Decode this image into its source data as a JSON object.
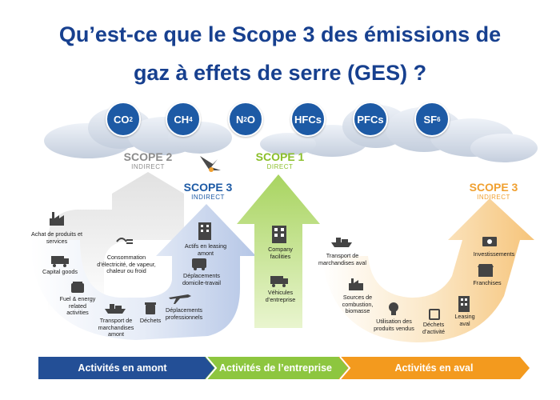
{
  "title": {
    "line1": "Qu’est-ce que le Scope 3 des émissions de",
    "line2": "gaz à effets de serre (GES) ?"
  },
  "gases": [
    "CO2",
    "CH4",
    "N2O",
    "HFCs",
    "PFCs",
    "SF6"
  ],
  "scopes": {
    "scope2": {
      "title": "SCOPE 2",
      "sub": "INDIRECT",
      "color": "#8c8c8c"
    },
    "scope1": {
      "title": "SCOPE 1",
      "sub": "DIRECT",
      "color": "#8bbf2a"
    },
    "scope3_up": {
      "title": "SCOPE 3",
      "sub": "INDIRECT",
      "color": "#1d5aa5"
    },
    "scope3_down": {
      "title": "SCOPE 3",
      "sub": "INDIRECT",
      "color": "#f0a030"
    }
  },
  "upstream": {
    "achat": "Achat de produits et services",
    "capital": "Capital goods",
    "fuel": "Fuel & energy related activities",
    "transport": "Transport de marchandises amont",
    "dechets": "Déchets",
    "deplacements_pro": "Déplacements professionnels",
    "domicile": "Déplacements domicile-travail",
    "leasing": "Actifs en leasing amont",
    "electricite": "Consommation d’électricité, de vapeur, chaleur ou froid"
  },
  "company": {
    "facilities": "Company facilities",
    "vehicules": "Véhicules d’entreprise"
  },
  "downstream": {
    "transport": "Transport de marchandises aval",
    "sources": "Sources de combustion, biomasse",
    "utilisation": "Utilisation des produits vendus",
    "dechets": "Déchets d’activité",
    "leasing": "Leasing aval",
    "franchises": "Franchises",
    "investissements": "Investissements"
  },
  "bands": {
    "amont": "Activités en amont",
    "entreprise": "Activités de l’entreprise",
    "aval": "Activités en aval"
  },
  "colors": {
    "title": "#17408f",
    "gas_bubble": "#1d5aa5",
    "band_blue": "#234f96",
    "band_green": "#8dc63f",
    "band_orange": "#f39a1e"
  }
}
